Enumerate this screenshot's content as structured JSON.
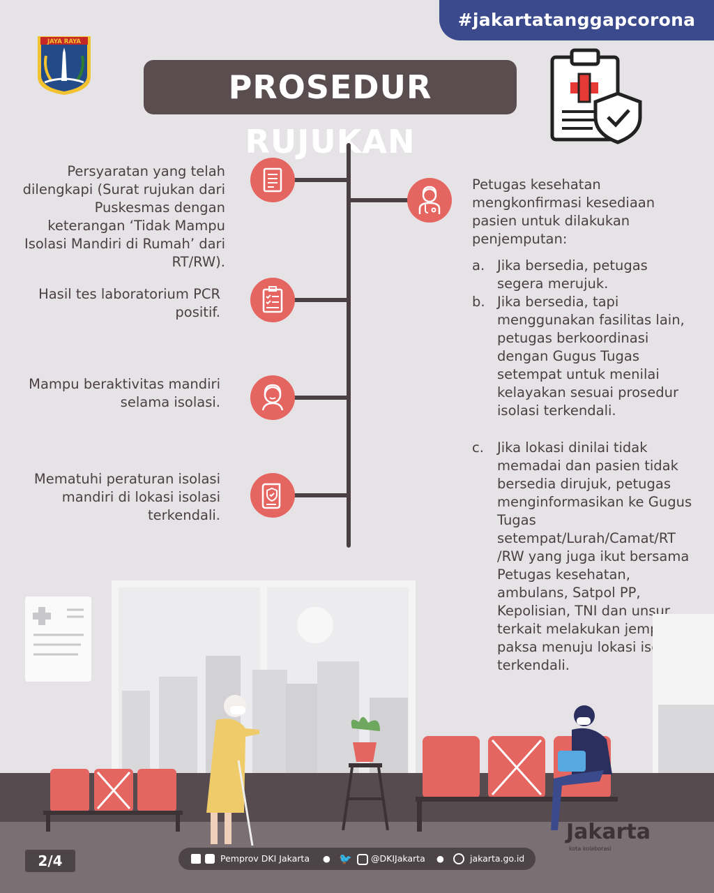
{
  "header": {
    "hashtag": "#jakartatanggapcorona",
    "title": "PROSEDUR RUJUKAN",
    "emblem_top_text": "JAYA RAYA"
  },
  "requirements": [
    {
      "icon": "document-icon",
      "text": "Persyaratan yang telah dilengkapi (Surat rujukan dari Puskesmas dengan keterangan ‘Tidak Mampu Isolasi Mandiri di Rumah’ dari RT/RW)."
    },
    {
      "icon": "checklist-icon",
      "text": "Hasil tes laboratorium PCR positif."
    },
    {
      "icon": "person-icon",
      "text": "Mampu beraktivitas mandiri selama isolasi."
    },
    {
      "icon": "shield-document-icon",
      "text": "Mematuhi peraturan isolasi mandiri di lokasi isolasi terkendali."
    }
  ],
  "procedure": {
    "icon": "doctor-icon",
    "intro": "Petugas kesehatan mengkonfirmasi kesediaan pasien untuk dilakukan penjemputan:",
    "options": [
      {
        "marker": "a.",
        "text": "Jika bersedia, petugas segera merujuk."
      },
      {
        "marker": "b.",
        "text": "Jika bersedia, tapi menggunakan fasilitas lain, petugas berkoordinasi dengan Gugus Tugas setempat untuk menilai kelayakan sesuai prosedur isolasi terkendali."
      },
      {
        "marker": "c.",
        "text": "Jika lokasi dinilai tidak memadai dan pasien tidak bersedia dirujuk, petugas menginformasikan ke Gugus Tugas setempat/Lurah/Camat/RT /RW yang juga ikut bersama Petugas kesehatan, ambulans, Satpol PP, Kepolisian, TNI dan unsur terkait melakukan jemput paksa menuju lokasi isolasi terkendali."
      }
    ]
  },
  "footer": {
    "page": "2/4",
    "facebook_youtube": "Pemprov DKI Jakarta",
    "twitter_instagram": "@DKIJakarta",
    "website": "jakarta.go.id",
    "brand": "Jakarta",
    "brand_tagline": "kota kolaborasi"
  },
  "colors": {
    "accent": "#e56561",
    "dark": "#4a3f42",
    "hashtag_bg": "#3a4a8c",
    "background": "#e6e3e6"
  }
}
